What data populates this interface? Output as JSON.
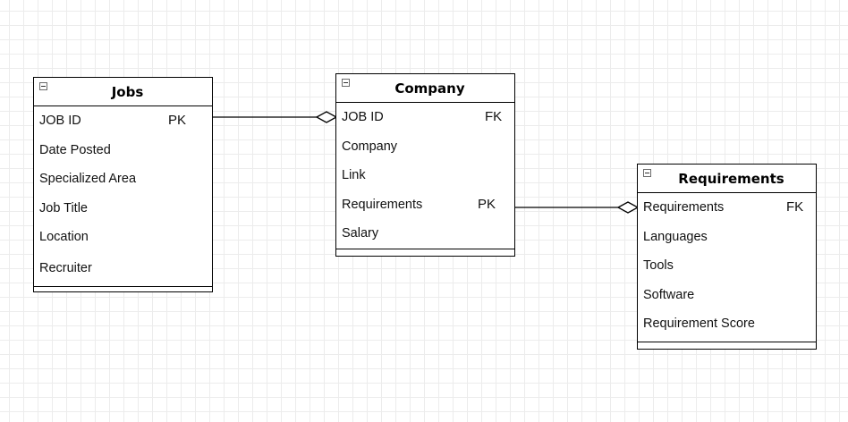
{
  "entities": [
    {
      "title": "Jobs",
      "fields": [
        {
          "name": "JOB ID",
          "key": "PK"
        },
        {
          "name": "Date Posted",
          "key": ""
        },
        {
          "name": "Specialized Area",
          "key": ""
        },
        {
          "name": "Job Title",
          "key": ""
        },
        {
          "name": "Location",
          "key": ""
        },
        {
          "name": "Recruiter",
          "key": ""
        }
      ]
    },
    {
      "title": "Company",
      "fields": [
        {
          "name": "JOB ID",
          "key": "FK"
        },
        {
          "name": "Company",
          "key": ""
        },
        {
          "name": "Link",
          "key": ""
        },
        {
          "name": "Requirements",
          "key": "PK"
        },
        {
          "name": "Salary",
          "key": ""
        }
      ]
    },
    {
      "title": "Requirements",
      "fields": [
        {
          "name": "Requirements",
          "key": "FK"
        },
        {
          "name": "Languages",
          "key": ""
        },
        {
          "name": "Tools",
          "key": ""
        },
        {
          "name": "Software",
          "key": ""
        },
        {
          "name": "Requirement Score",
          "key": ""
        }
      ]
    }
  ],
  "relationships": [
    {
      "from": "Jobs",
      "to": "Company",
      "end": "hollow-diamond"
    },
    {
      "from": "Company",
      "to": "Requirements",
      "end": "hollow-diamond"
    }
  ]
}
